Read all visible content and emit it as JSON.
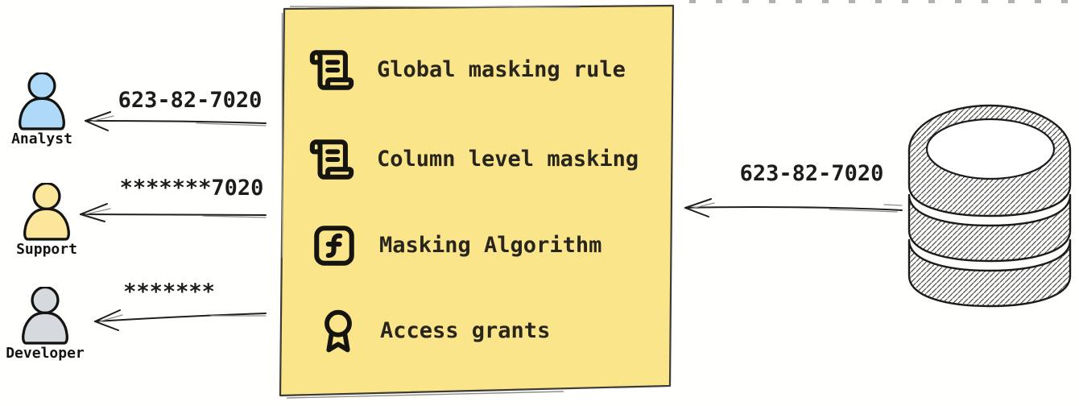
{
  "masking_box": {
    "fill_color": "#fbe58a",
    "border_color": "#3d3b35",
    "items": [
      {
        "id": "global-masking-rule",
        "icon": "scroll-text-icon",
        "label": "Global masking rule"
      },
      {
        "id": "column-level-masking",
        "icon": "scroll-text-icon",
        "label": "Column level masking"
      },
      {
        "id": "masking-algorithm",
        "icon": "function-square-icon",
        "label": "Masking Algorithm"
      },
      {
        "id": "access-grants",
        "icon": "award-icon",
        "label": "Access grants"
      }
    ]
  },
  "personas": [
    {
      "name": "Analyst",
      "masked_value": "623-82-7020",
      "fill_color": "#aed9f8"
    },
    {
      "name": "Support",
      "masked_value": "*******7020",
      "fill_color": "#fbe69b"
    },
    {
      "name": "Developer",
      "masked_value": "*******",
      "fill_color": "#d6dade"
    }
  ],
  "database": {
    "icon": "database-cylinder-icon",
    "outgoing_value": "623-82-7020"
  }
}
